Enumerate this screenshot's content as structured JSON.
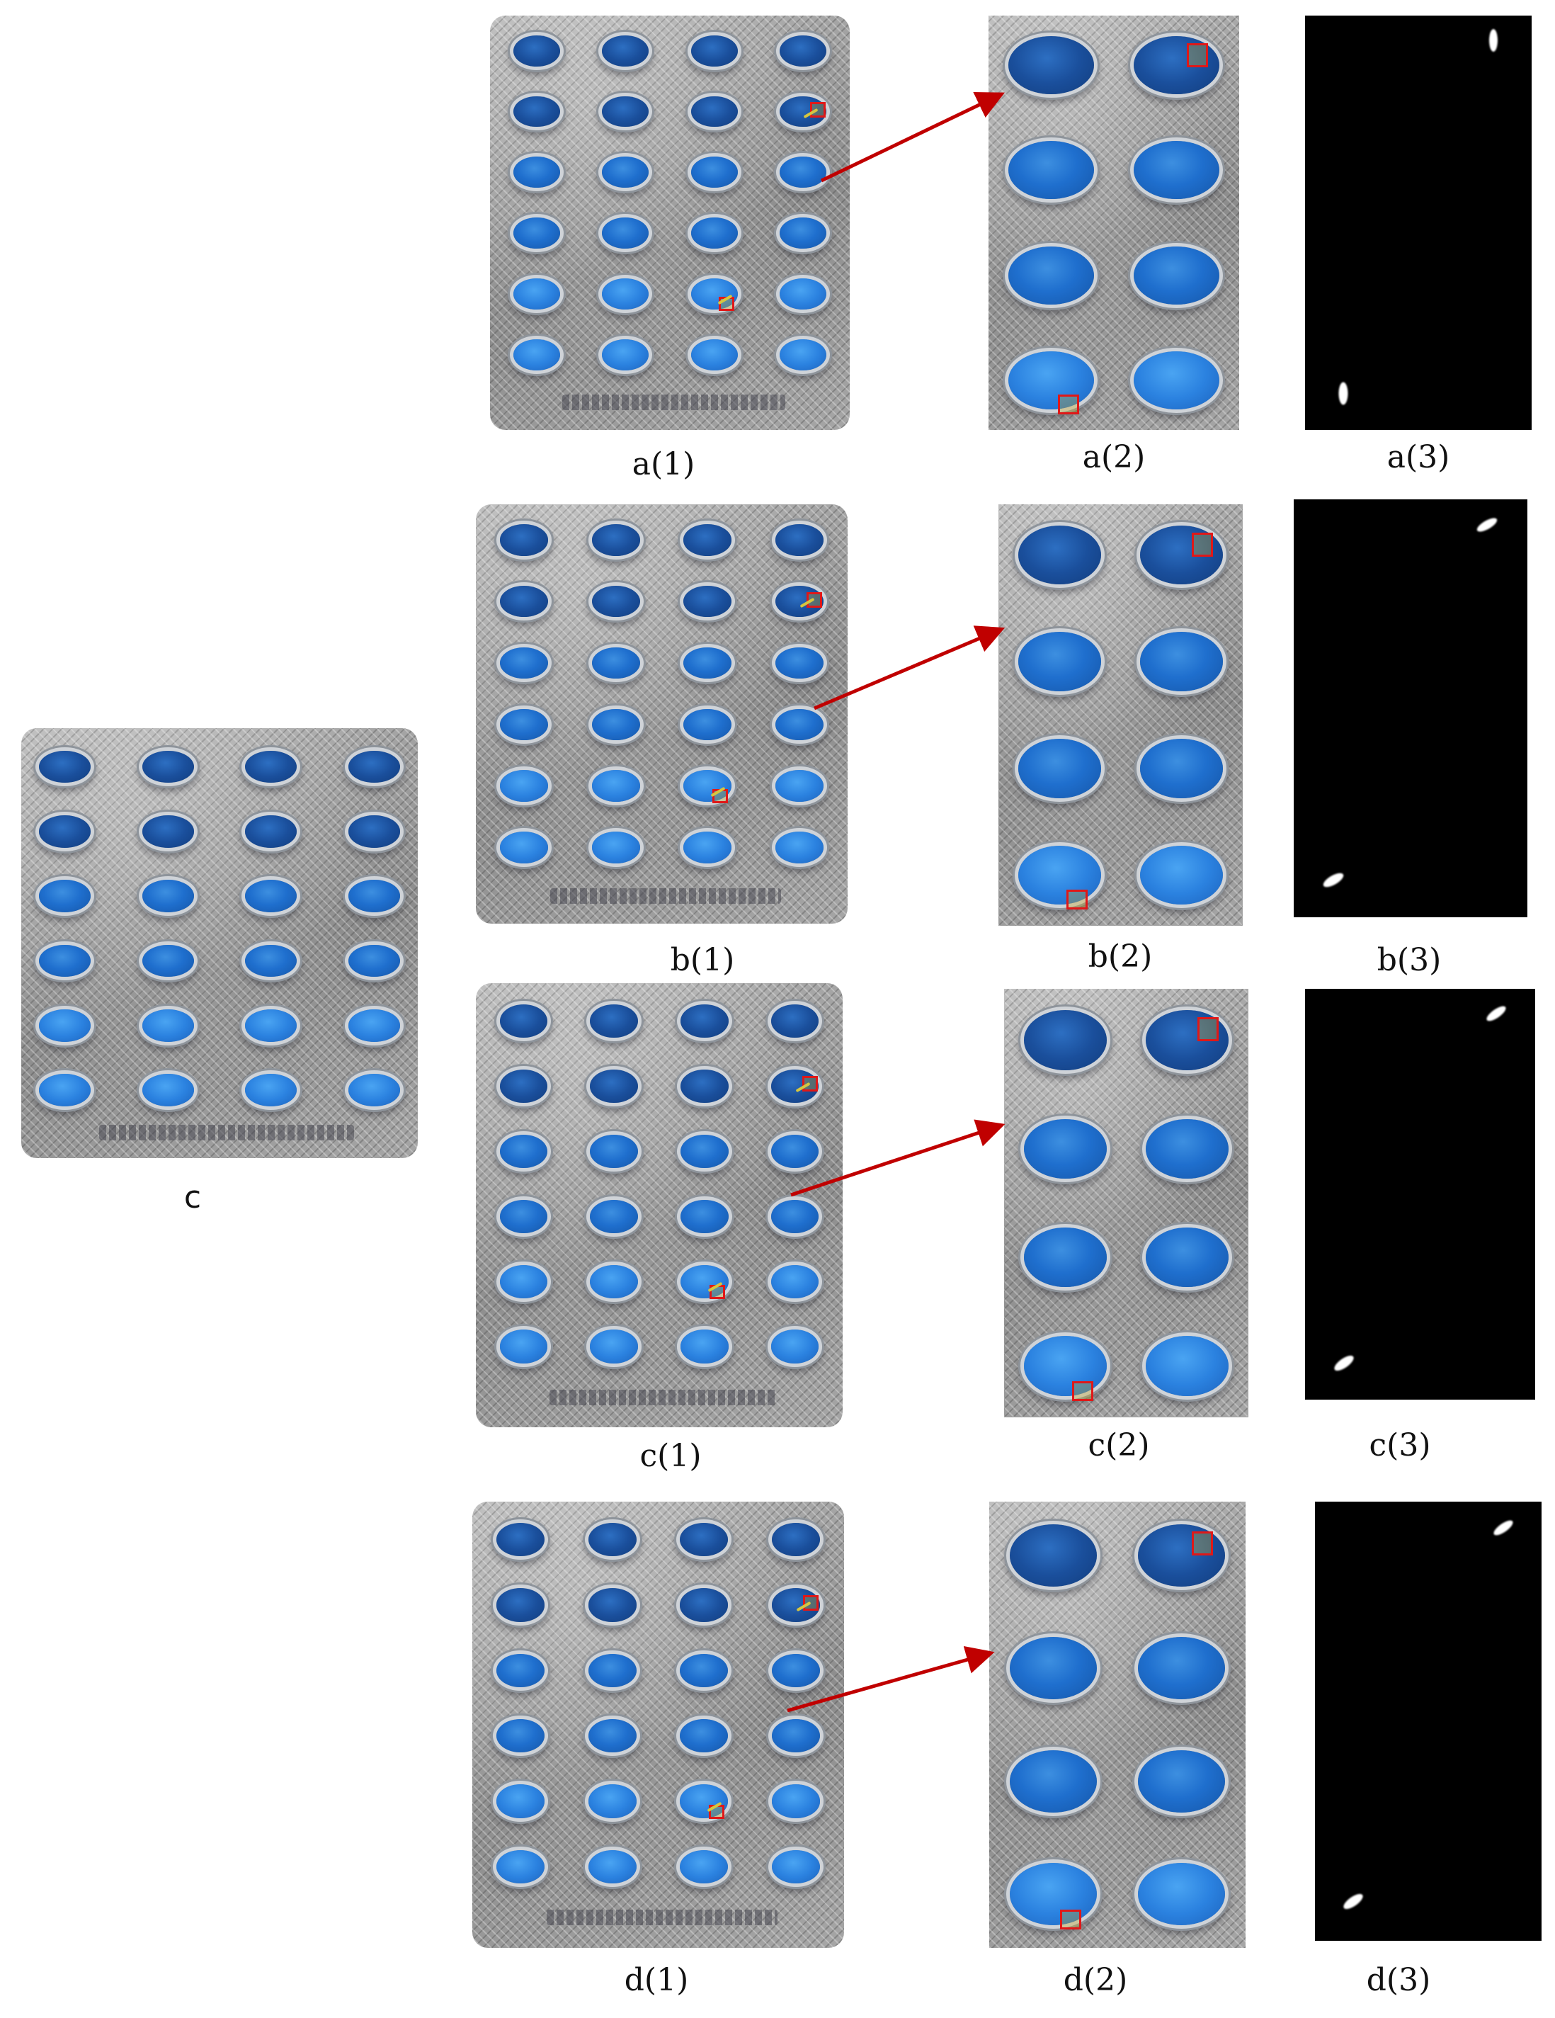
{
  "captions": {
    "c": "c",
    "a1": "a(1)",
    "a2": "a(2)",
    "a3": "a(3)",
    "b1": "b(1)",
    "b2": "b(2)",
    "b3": "b(3)",
    "c1": "c(1)",
    "c2": "c(2)",
    "c3": "c(3)",
    "d1": "d(1)",
    "d2": "d(2)",
    "d3": "d(3)"
  },
  "colors": {
    "pill_blue": "#1f6fce",
    "foil_gray": "#a9a9a9",
    "defect_box": "#e01818",
    "arrow": "#c00000",
    "mask_background": "#000000",
    "mask_defect": "#ffffff"
  }
}
